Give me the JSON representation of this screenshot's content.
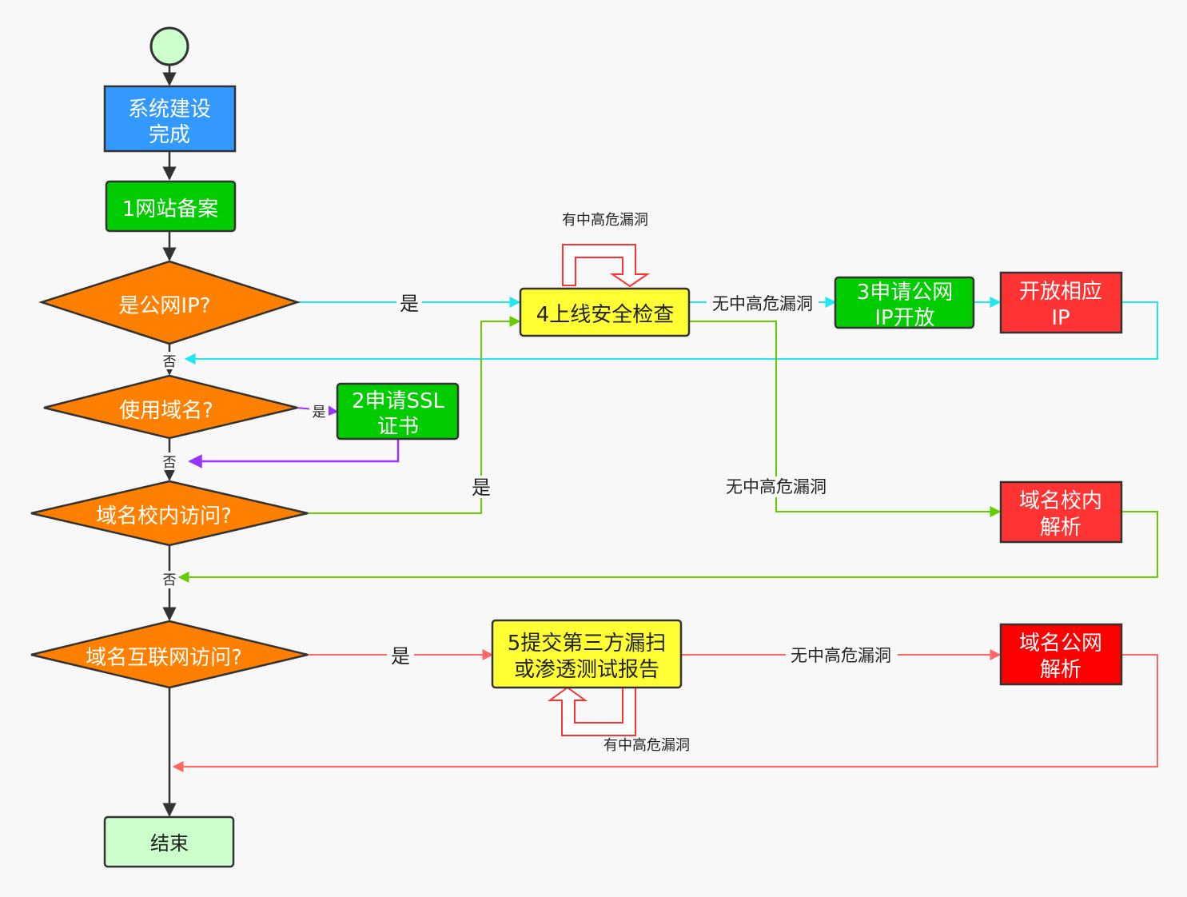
{
  "colors": {
    "dark": "#333333",
    "cyan": "#22e6f0",
    "green_line": "#66cc00",
    "purple": "#9933ff",
    "red_line": "#ff6666",
    "start_fill": "#ccffcc",
    "blue_fill": "#3399ff",
    "green_fill": "#00cc00",
    "orange_fill": "#ff8000",
    "yellow_fill": "#ffff33",
    "red_fill": "#ff3333",
    "red2_fill": "#ff0000",
    "end_fill": "#ccffcc"
  },
  "nodes": {
    "start": {
      "shape": "circle"
    },
    "system_done": {
      "lines": [
        "系统建设",
        "完成"
      ]
    },
    "site_filing": {
      "lines": [
        "1网站备案"
      ]
    },
    "public_ip": {
      "lines": [
        "是公网IP?"
      ]
    },
    "use_domain": {
      "lines": [
        "使用域名?"
      ]
    },
    "ssl": {
      "lines": [
        "2申请SSL",
        "证书"
      ]
    },
    "campus_access": {
      "lines": [
        "域名校内访问?"
      ]
    },
    "internet_access": {
      "lines": [
        "域名互联网访问?"
      ]
    },
    "end": {
      "lines": [
        "结束"
      ]
    },
    "security_check": {
      "lines": [
        "4上线安全检查"
      ]
    },
    "apply_ip": {
      "lines": [
        "3申请公网",
        "IP开放"
      ]
    },
    "open_ip": {
      "lines": [
        "开放相应",
        "IP"
      ]
    },
    "campus_dns": {
      "lines": [
        "域名校内",
        "解析"
      ]
    },
    "report": {
      "lines": [
        "5提交第三方漏扫",
        "或渗透测试报告"
      ]
    },
    "public_dns": {
      "lines": [
        "域名公网",
        "解析"
      ]
    }
  },
  "labels": {
    "yes": "是",
    "no": "否",
    "has_vuln": "有中高危漏洞",
    "no_vuln": "无中高危漏洞"
  }
}
